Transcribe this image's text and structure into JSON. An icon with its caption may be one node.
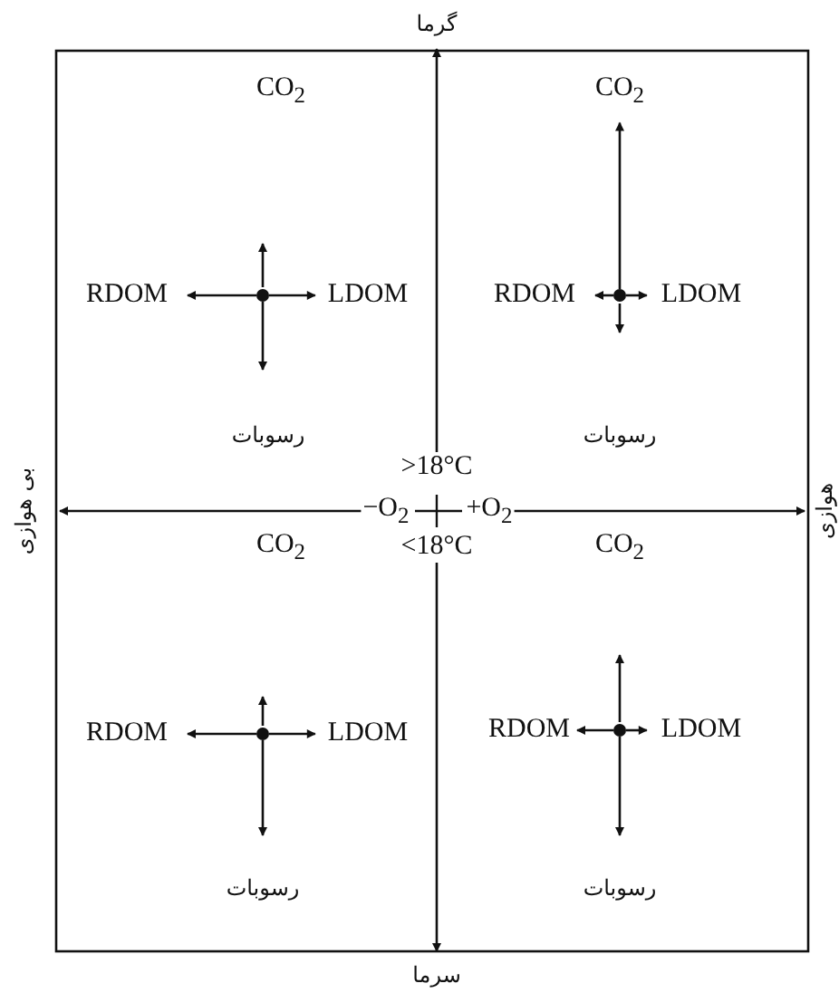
{
  "diagram": {
    "nodes": [
      {
        "text": [
          "گرما"
        ]
      },
      {
        "text": [
          "CO$_{2}$"
        ]
      },
      {
        "text": [
          "CO$_{2}$"
        ]
      },
      {
        "text": [
          "RDOM"
        ]
      },
      {
        "text": [],
        "shape": "circle"
      },
      {
        "text": [
          "LDOM"
        ]
      },
      {
        "text": [
          "RDOM"
        ]
      },
      {
        "text": [],
        "shape": "circle"
      },
      {
        "text": [
          "LDOM"
        ]
      },
      {
        "text": [
          "رسوبات"
        ]
      },
      {
        "text": [
          "رسوبات"
        ]
      },
      {
        "text": [
          ">18°C"
        ]
      },
      {
        "text": [
          "بی هوازی"
        ]
      },
      {
        "text": [
          "−O$_{2}$"
        ]
      },
      {
        "text": [
          "+O$_{2}$"
        ]
      },
      {
        "text": [
          "هوازی"
        ]
      },
      {
        "text": [
          "<18°C"
        ]
      },
      {
        "text": [
          "CO$_{2}$"
        ]
      },
      {
        "text": [
          "CO$_{2}$"
        ]
      },
      {
        "text": [
          "RDOM"
        ]
      },
      {
        "text": [],
        "shape": "circle"
      },
      {
        "text": [
          "LDOM"
        ]
      },
      {
        "text": [
          "RDOM"
        ]
      },
      {
        "text": [],
        "shape": "circle"
      },
      {
        "text": [
          "LDOM"
        ]
      },
      {
        "text": [
          "رسوبات"
        ]
      },
      {
        "text": [
          "رسوبات"
        ]
      },
      {
        "text": [
          "سرما"
        ]
      }
    ],
    "edges": [
      {
        "from": 11,
        "to": 0,
        "arrow": "to"
      },
      {
        "from": 16,
        "to": 27,
        "arrow": "to"
      },
      {
        "from": 13,
        "to": 12,
        "arrow": "to"
      },
      {
        "from": 14,
        "to": 15,
        "arrow": "to"
      },
      {
        "from": 4,
        "to": null,
        "arrow": "to"
      },
      {
        "from": 4,
        "to": 3,
        "arrow": "to"
      },
      {
        "from": 4,
        "to": 5,
        "arrow": "to"
      },
      {
        "from": 4,
        "to": 9,
        "arrow": "to"
      },
      {
        "from": 7,
        "to": 2,
        "arrow": "to"
      },
      {
        "from": 7,
        "to": 6,
        "arrow": "to"
      },
      {
        "from": 7,
        "to": 8,
        "arrow": "to"
      },
      {
        "from": 7,
        "to": null,
        "arrow": "to"
      },
      {
        "from": 20,
        "to": null,
        "arrow": "to"
      },
      {
        "from": 20,
        "to": 19,
        "arrow": "to"
      },
      {
        "from": 20,
        "to": 21,
        "arrow": "to"
      },
      {
        "from": 20,
        "to": 25,
        "arrow": "to"
      },
      {
        "from": 23,
        "to": null,
        "arrow": "to"
      },
      {
        "from": 23,
        "to": 22,
        "arrow": "to"
      },
      {
        "from": 23,
        "to": 24,
        "arrow": "to"
      },
      {
        "from": 23,
        "to": 26,
        "arrow": "to"
      }
    ]
  }
}
